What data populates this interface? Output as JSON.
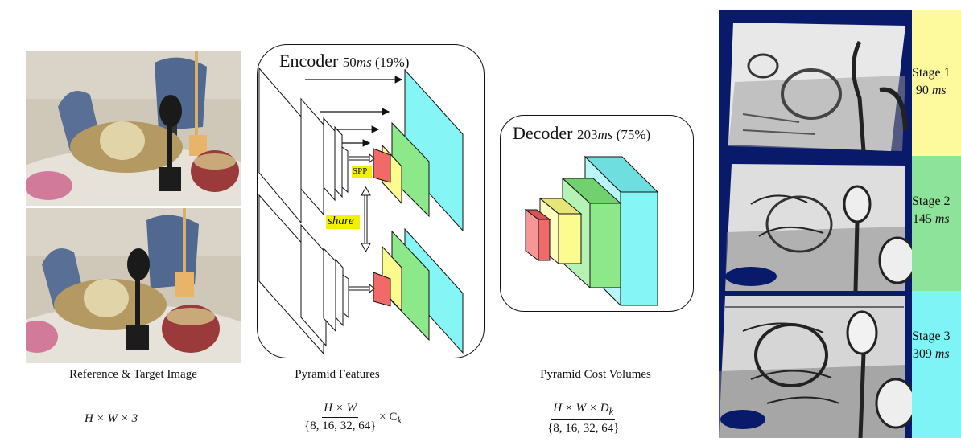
{
  "left": {
    "caption": "Reference & Target Image",
    "formula": "H × W × 3"
  },
  "encoder": {
    "title": "Encoder",
    "time": "50",
    "unit": "ms",
    "percent": "(19%)",
    "spp_label": "SPP",
    "share_label": "share",
    "caption": "Pyramid Features",
    "formula_num": "H × W",
    "formula_den": "{8, 16, 32, 64}",
    "formula_tail": "× C",
    "formula_sub": "k"
  },
  "decoder": {
    "title": "Decoder",
    "time": "203",
    "unit": "ms",
    "percent": "(75%)",
    "caption": "Pyramid Cost Volumes",
    "formula_num": "H × W × D",
    "formula_num_sub": "k",
    "formula_den": "{8, 16, 32, 64}"
  },
  "stages": [
    {
      "label": "Stage 1",
      "time": "90",
      "unit": "ms",
      "color": "#fdfa9e"
    },
    {
      "label": "Stage 2",
      "time": "145",
      "unit": "ms",
      "color": "#8ee39a"
    },
    {
      "label": "Stage 3",
      "time": "309",
      "unit": "ms",
      "color": "#7ef4f7"
    }
  ],
  "colors": {
    "red": "#f06a6a",
    "yellow": "#fbfb8f",
    "green": "#8de88a",
    "cyan": "#85f5f5",
    "spp_highlight": "#f2f200",
    "disparity_bg": "#0a1a6b"
  }
}
